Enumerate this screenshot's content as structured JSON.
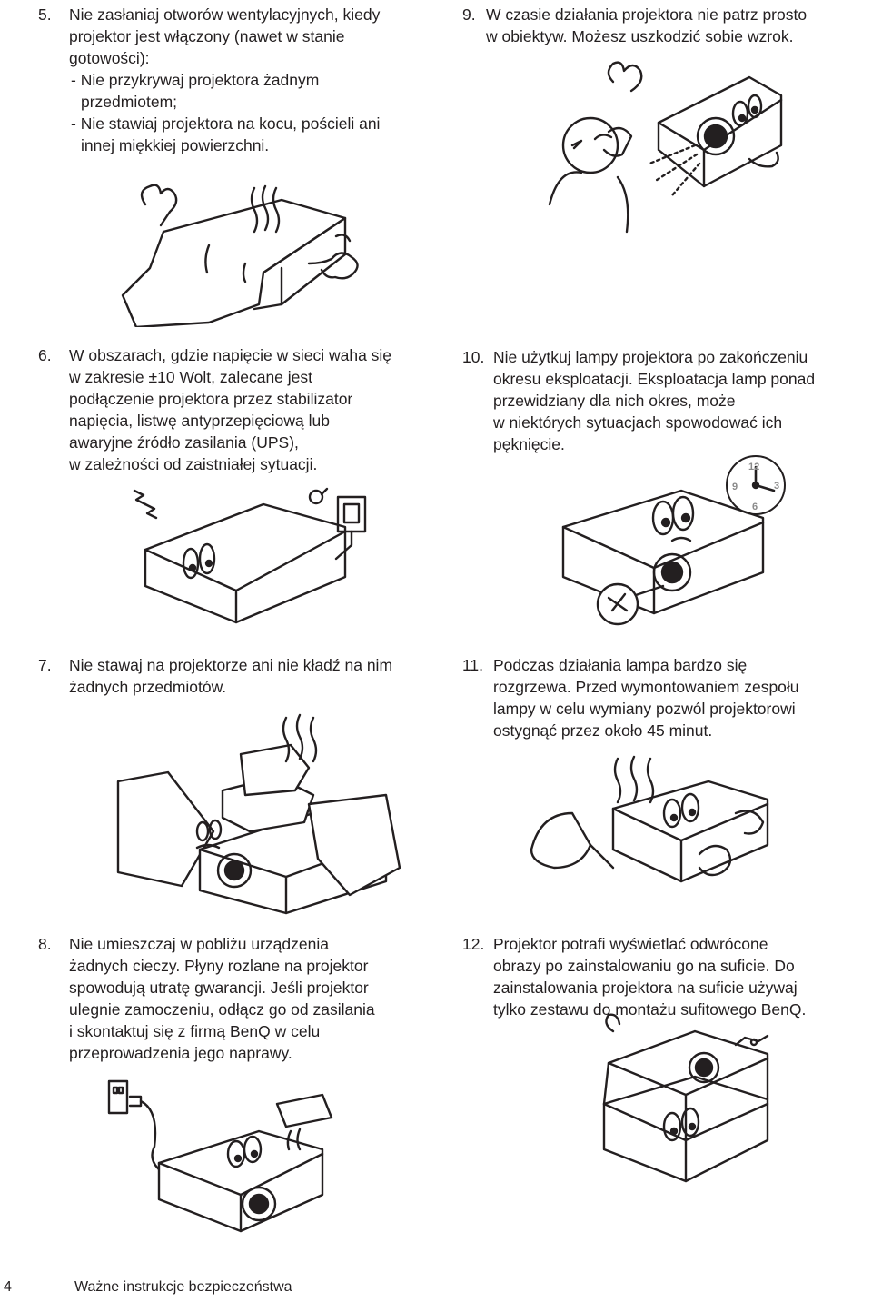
{
  "items": [
    {
      "num": "5.",
      "lines": [
        "Nie zasłaniaj otworów wentylacyjnych, kiedy",
        "projektor jest włączony (nawet w stanie",
        "gotowości):"
      ],
      "bullets": [
        [
          "- Nie przykrywaj projektora żadnym",
          "  przedmiotem;"
        ],
        [
          "- Nie stawiaj projektora na kocu, pościeli ani",
          "  innej miękkiej powierzchni."
        ]
      ]
    },
    {
      "num": "9.",
      "lines": [
        "W czasie działania projektora nie patrz prosto",
        "w obiektyw. Możesz uszkodzić sobie wzrok."
      ]
    },
    {
      "num": "6.",
      "lines": [
        "W obszarach, gdzie napięcie w sieci waha się",
        "w zakresie ±10 Wolt, zalecane jest",
        "podłączenie projektora przez stabilizator",
        "napięcia, listwę antyprzepięciową lub",
        "awaryjne źródło zasilania (UPS),",
        "w zależności od zaistniałej sytuacji."
      ]
    },
    {
      "num": "10.",
      "lines": [
        "Nie użytkuj lampy projektora po zakończeniu",
        "okresu eksploatacji. Eksploatacja lamp ponad",
        "przewidziany dla nich okres, może",
        "w niektórych sytuacjach spowodować ich",
        "pęknięcie."
      ]
    },
    {
      "num": "7.",
      "lines": [
        "Nie stawaj na projektorze ani nie kładź na nim",
        "żadnych przedmiotów."
      ]
    },
    {
      "num": "11.",
      "lines": [
        "Podczas działania lampa bardzo się",
        "rozgrzewa. Przed wymontowaniem zespołu",
        "lampy w celu wymiany pozwól projektorowi",
        "ostygnąć przez około 45 minut."
      ]
    },
    {
      "num": "8.",
      "lines": [
        "Nie umieszczaj w pobliżu urządzenia",
        "żadnych cieczy. Płyny rozlane na projektor",
        "spowodują utratę gwarancji. Jeśli projektor",
        "ulegnie zamoczeniu, odłącz go od zasilania",
        "i skontaktuj się z firmą BenQ w celu",
        "przeprowadzenia jego naprawy."
      ]
    },
    {
      "num": "12.",
      "lines": [
        "Projektor potrafi wyświetlać odwrócone",
        "obrazy po zainstalowaniu go na suficie. Do",
        "zainstalowania projektora na suficie używaj",
        "tylko zestawu do montażu sufitowego BenQ."
      ]
    }
  ],
  "clock": {
    "n12": "12",
    "n3": "3",
    "n6": "6",
    "n9": "9"
  },
  "footer": {
    "page_number": "4",
    "section_title": "Ważne instrukcje bezpieczeństwa"
  }
}
